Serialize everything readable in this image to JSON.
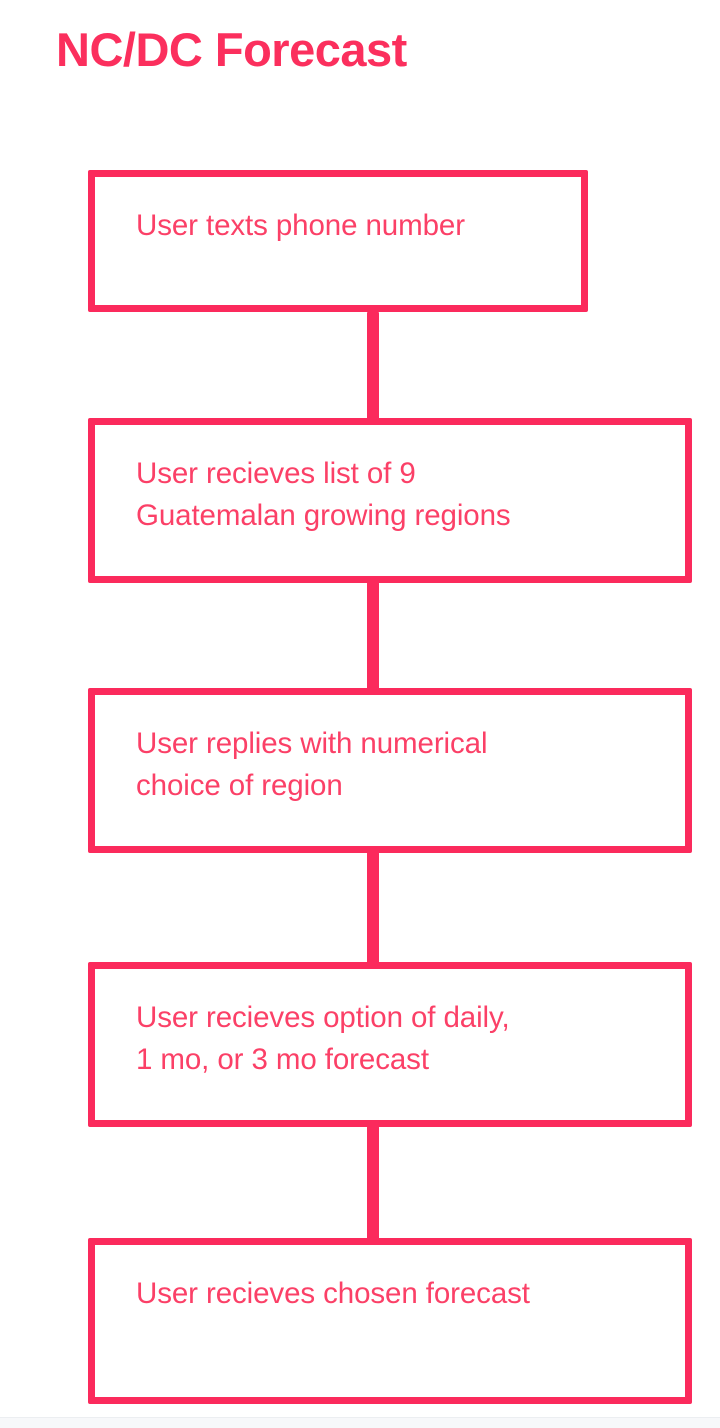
{
  "page": {
    "title": "NC/DC Forecast",
    "background_color": "#ffffff",
    "accent_color": "#fb2a5c",
    "text_color": "#fb4067"
  },
  "flowchart": {
    "type": "vertical-flow",
    "orientation": "top-to-bottom",
    "node_count": 5,
    "connector_count": 4,
    "nodes": [
      {
        "id": "node-1",
        "label": "User texts phone number"
      },
      {
        "id": "node-2",
        "label": "User recieves list of 9\nGuatemalan growing regions"
      },
      {
        "id": "node-3",
        "label": "User replies with numerical\nchoice of region"
      },
      {
        "id": "node-4",
        "label": "User recieves option of daily,\n1 mo, or 3 mo forecast"
      },
      {
        "id": "node-5",
        "label": "User recieves chosen forecast"
      }
    ],
    "connectors": [
      {
        "id": "connector-1",
        "from": "node-1",
        "to": "node-2"
      },
      {
        "id": "connector-2",
        "from": "node-2",
        "to": "node-3"
      },
      {
        "id": "connector-3",
        "from": "node-3",
        "to": "node-4"
      },
      {
        "id": "connector-4",
        "from": "node-4",
        "to": "node-5"
      }
    ]
  }
}
